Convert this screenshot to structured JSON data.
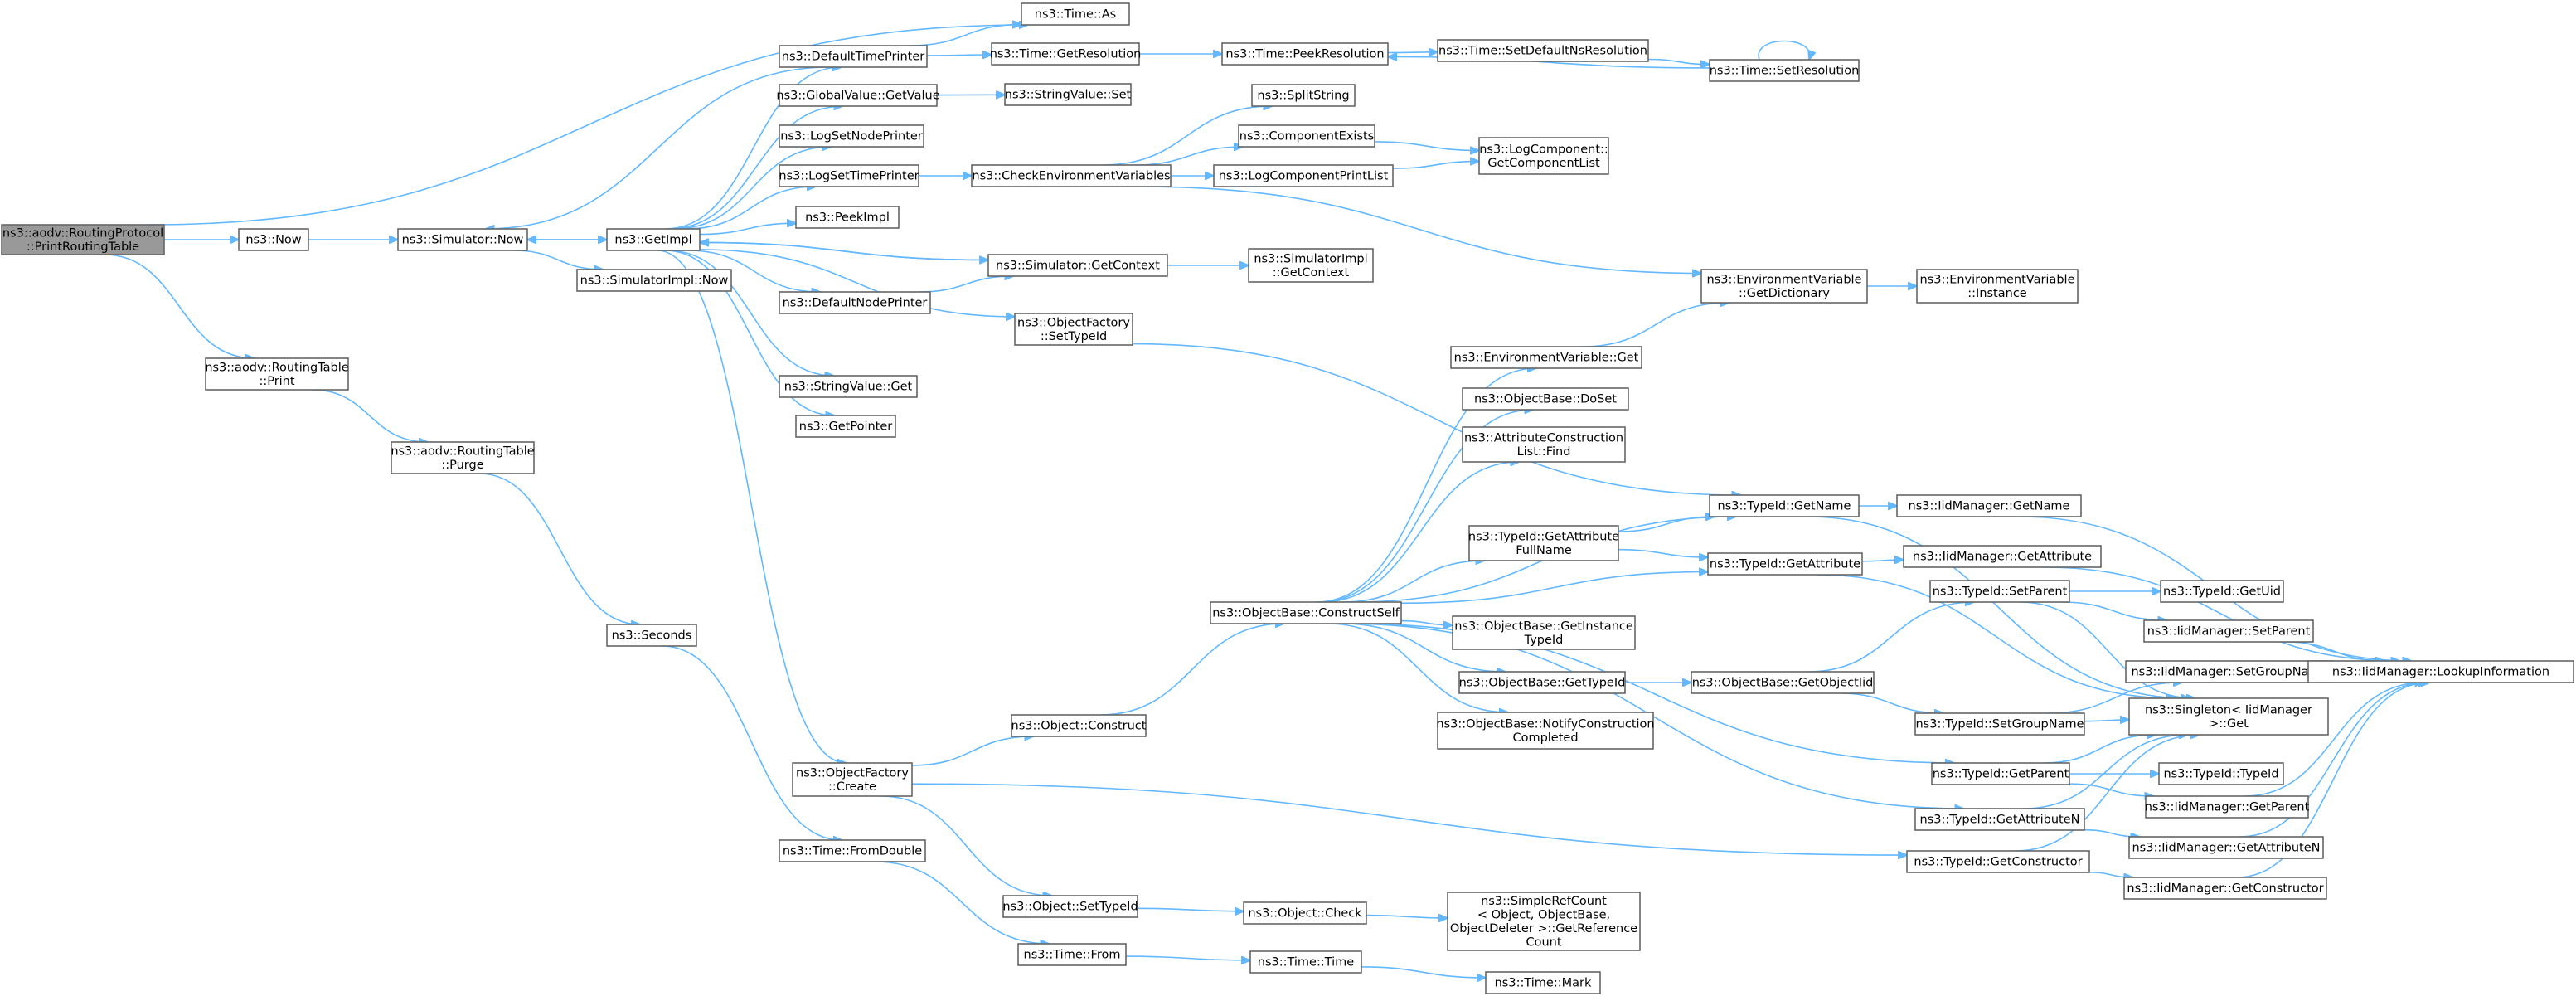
{
  "graph": {
    "nodes": [
      {
        "id": "root",
        "lines": [
          "ns3::aodv::RoutingProtocol",
          "::PrintRoutingTable"
        ],
        "root": true
      },
      {
        "id": "now",
        "lines": [
          "ns3::Now"
        ]
      },
      {
        "id": "rtprint",
        "lines": [
          "ns3::aodv::RoutingTable",
          "::Print"
        ]
      },
      {
        "id": "purge",
        "lines": [
          "ns3::aodv::RoutingTable",
          "::Purge"
        ]
      },
      {
        "id": "seconds",
        "lines": [
          "ns3::Seconds"
        ]
      },
      {
        "id": "simnow",
        "lines": [
          "ns3::Simulator::Now"
        ]
      },
      {
        "id": "simimplnow",
        "lines": [
          "ns3::SimulatorImpl::Now"
        ]
      },
      {
        "id": "getimpl",
        "lines": [
          "ns3::GetImpl"
        ]
      },
      {
        "id": "timeas",
        "lines": [
          "ns3::Time::As"
        ]
      },
      {
        "id": "deftimeprinter",
        "lines": [
          "ns3::DefaultTimePrinter"
        ]
      },
      {
        "id": "gvgetvalue",
        "lines": [
          "ns3::GlobalValue::GetValue"
        ]
      },
      {
        "id": "logsetnode",
        "lines": [
          "ns3::LogSetNodePrinter"
        ]
      },
      {
        "id": "logsettime",
        "lines": [
          "ns3::LogSetTimePrinter"
        ]
      },
      {
        "id": "peekimpl",
        "lines": [
          "ns3::PeekImpl"
        ]
      },
      {
        "id": "defnodeprinter",
        "lines": [
          "ns3::DefaultNodePrinter"
        ]
      },
      {
        "id": "ofsettypeid",
        "lines": [
          "ns3::ObjectFactory",
          "::SetTypeId"
        ]
      },
      {
        "id": "strvalueget",
        "lines": [
          "ns3::StringValue::Get"
        ]
      },
      {
        "id": "getpointer",
        "lines": [
          "ns3::GetPointer"
        ]
      },
      {
        "id": "ofcreate",
        "lines": [
          "ns3::ObjectFactory",
          "::Create"
        ]
      },
      {
        "id": "timefromdouble",
        "lines": [
          "ns3::Time::FromDouble"
        ]
      },
      {
        "id": "timegetres",
        "lines": [
          "ns3::Time::GetResolution"
        ]
      },
      {
        "id": "strvalueset",
        "lines": [
          "ns3::StringValue::Set"
        ]
      },
      {
        "id": "checkenv",
        "lines": [
          "ns3::CheckEnvironmentVariables"
        ]
      },
      {
        "id": "simgetcontext",
        "lines": [
          "ns3::Simulator::GetContext"
        ]
      },
      {
        "id": "objconstruct",
        "lines": [
          "ns3::Object::Construct"
        ]
      },
      {
        "id": "objsettypeid",
        "lines": [
          "ns3::Object::SetTypeId"
        ]
      },
      {
        "id": "timefrom",
        "lines": [
          "ns3::Time::From"
        ]
      },
      {
        "id": "timepeekres",
        "lines": [
          "ns3::Time::PeekResolution"
        ]
      },
      {
        "id": "splitstring",
        "lines": [
          "ns3::SplitString"
        ]
      },
      {
        "id": "compexists",
        "lines": [
          "ns3::ComponentExists"
        ]
      },
      {
        "id": "logcompprintlist",
        "lines": [
          "ns3::LogComponentPrintList"
        ]
      },
      {
        "id": "simimplgetctx",
        "lines": [
          "ns3::SimulatorImpl",
          "::GetContext"
        ]
      },
      {
        "id": "obconstructself",
        "lines": [
          "ns3::ObjectBase::ConstructSelf"
        ]
      },
      {
        "id": "objcheck",
        "lines": [
          "ns3::Object::Check"
        ]
      },
      {
        "id": "timetime",
        "lines": [
          "ns3::Time::Time"
        ]
      },
      {
        "id": "timesetdefns",
        "lines": [
          "ns3::Time::SetDefaultNsResolution"
        ]
      },
      {
        "id": "timesetres",
        "lines": [
          "ns3::Time::SetResolution"
        ]
      },
      {
        "id": "logcompgetlist",
        "lines": [
          "ns3::LogComponent::",
          "GetComponentList"
        ]
      },
      {
        "id": "envget",
        "lines": [
          "ns3::EnvironmentVariable::Get"
        ]
      },
      {
        "id": "obdoset",
        "lines": [
          "ns3::ObjectBase::DoSet"
        ]
      },
      {
        "id": "attrconstfind",
        "lines": [
          "ns3::AttributeConstruction",
          "List::Find"
        ]
      },
      {
        "id": "tidgetattrfull",
        "lines": [
          "ns3::TypeId::GetAttribute",
          "FullName"
        ]
      },
      {
        "id": "obgetinsttid",
        "lines": [
          "ns3::ObjectBase::GetInstance",
          "TypeId"
        ]
      },
      {
        "id": "obgettid",
        "lines": [
          "ns3::ObjectBase::GetTypeId"
        ]
      },
      {
        "id": "obnotify",
        "lines": [
          "ns3::ObjectBase::NotifyConstruction",
          "Completed"
        ]
      },
      {
        "id": "simplerefcount",
        "lines": [
          "ns3::SimpleRefCount",
          "< Object, ObjectBase,",
          "ObjectDeleter >::GetReference",
          "Count"
        ]
      },
      {
        "id": "timemark",
        "lines": [
          "ns3::Time::Mark"
        ]
      },
      {
        "id": "envgetdict",
        "lines": [
          "ns3::EnvironmentVariable",
          "::GetDictionary"
        ]
      },
      {
        "id": "envinstance",
        "lines": [
          "ns3::EnvironmentVariable",
          "::Instance"
        ]
      },
      {
        "id": "tidgetname",
        "lines": [
          "ns3::TypeId::GetName"
        ]
      },
      {
        "id": "tidgetattr",
        "lines": [
          "ns3::TypeId::GetAttribute"
        ]
      },
      {
        "id": "obgetobjiid",
        "lines": [
          "ns3::ObjectBase::GetObjectIid"
        ]
      },
      {
        "id": "tidsetparent",
        "lines": [
          "ns3::TypeId::SetParent"
        ]
      },
      {
        "id": "tidsetgroup",
        "lines": [
          "ns3::TypeId::SetGroupName"
        ]
      },
      {
        "id": "tidgetparent",
        "lines": [
          "ns3::TypeId::GetParent"
        ]
      },
      {
        "id": "tidgetattrn",
        "lines": [
          "ns3::TypeId::GetAttributeN"
        ]
      },
      {
        "id": "tidgetctor",
        "lines": [
          "ns3::TypeId::GetConstructor"
        ]
      },
      {
        "id": "iidgetname",
        "lines": [
          "ns3::IidManager::GetName"
        ]
      },
      {
        "id": "iidgetattr",
        "lines": [
          "ns3::IidManager::GetAttribute"
        ]
      },
      {
        "id": "tidgetuid",
        "lines": [
          "ns3::TypeId::GetUid"
        ]
      },
      {
        "id": "iidsetparent",
        "lines": [
          "ns3::IidManager::SetParent"
        ]
      },
      {
        "id": "iidsetgroup",
        "lines": [
          "ns3::IidManager::SetGroupName"
        ]
      },
      {
        "id": "singletonget",
        "lines": [
          "ns3::Singleton< IidManager",
          ">::Get"
        ]
      },
      {
        "id": "tidtypeid",
        "lines": [
          "ns3::TypeId::TypeId"
        ]
      },
      {
        "id": "iidgetparent",
        "lines": [
          "ns3::IidManager::GetParent"
        ]
      },
      {
        "id": "iidgetattrn",
        "lines": [
          "ns3::IidManager::GetAttributeN"
        ]
      },
      {
        "id": "iidgetctor",
        "lines": [
          "ns3::IidManager::GetConstructor"
        ]
      },
      {
        "id": "iidlookup",
        "lines": [
          "ns3::IidManager::LookupInformation"
        ]
      }
    ],
    "edges": [
      [
        "root",
        "timeas"
      ],
      [
        "root",
        "now"
      ],
      [
        "root",
        "rtprint"
      ],
      [
        "now",
        "simnow"
      ],
      [
        "rtprint",
        "purge"
      ],
      [
        "purge",
        "seconds"
      ],
      [
        "seconds",
        "timefromdouble"
      ],
      [
        "simnow",
        "getimpl"
      ],
      [
        "simnow",
        "simimplnow"
      ],
      [
        "getimpl",
        "simnow"
      ],
      [
        "getimpl",
        "deftimeprinter"
      ],
      [
        "getimpl",
        "gvgetvalue"
      ],
      [
        "getimpl",
        "logsetnode"
      ],
      [
        "getimpl",
        "logsettime"
      ],
      [
        "getimpl",
        "peekimpl"
      ],
      [
        "getimpl",
        "simgetcontext"
      ],
      [
        "getimpl",
        "defnodeprinter"
      ],
      [
        "getimpl",
        "ofsettypeid"
      ],
      [
        "getimpl",
        "strvalueget"
      ],
      [
        "getimpl",
        "getpointer"
      ],
      [
        "getimpl",
        "ofcreate"
      ],
      [
        "deftimeprinter",
        "timeas"
      ],
      [
        "deftimeprinter",
        "timegetres"
      ],
      [
        "deftimeprinter",
        "simnow"
      ],
      [
        "gvgetvalue",
        "strvalueset"
      ],
      [
        "logsettime",
        "checkenv"
      ],
      [
        "defnodeprinter",
        "simgetcontext"
      ],
      [
        "simgetcontext",
        "getimpl"
      ],
      [
        "simgetcontext",
        "simimplgetctx"
      ],
      [
        "ofsettypeid",
        "tidgetname"
      ],
      [
        "ofcreate",
        "objconstruct"
      ],
      [
        "ofcreate",
        "objsettypeid"
      ],
      [
        "ofcreate",
        "tidgetctor"
      ],
      [
        "timefromdouble",
        "timefrom"
      ],
      [
        "timegetres",
        "timepeekres"
      ],
      [
        "timepeekres",
        "timesetdefns"
      ],
      [
        "timesetdefns",
        "timesetres"
      ],
      [
        "timesetres",
        "timepeekres"
      ],
      [
        "timesetres",
        "timesetres"
      ],
      [
        "checkenv",
        "splitstring"
      ],
      [
        "checkenv",
        "compexists"
      ],
      [
        "checkenv",
        "logcompprintlist"
      ],
      [
        "checkenv",
        "envgetdict"
      ],
      [
        "compexists",
        "logcompgetlist"
      ],
      [
        "logcompprintlist",
        "logcompgetlist"
      ],
      [
        "objconstruct",
        "obconstructself"
      ],
      [
        "objsettypeid",
        "objcheck"
      ],
      [
        "objcheck",
        "simplerefcount"
      ],
      [
        "timefrom",
        "timetime"
      ],
      [
        "timetime",
        "timemark"
      ],
      [
        "obconstructself",
        "envget"
      ],
      [
        "obconstructself",
        "obdoset"
      ],
      [
        "obconstructself",
        "attrconstfind"
      ],
      [
        "obconstructself",
        "tidgetname"
      ],
      [
        "obconstructself",
        "tidgetattrfull"
      ],
      [
        "obconstructself",
        "tidgetattr"
      ],
      [
        "obconstructself",
        "obgetinsttid"
      ],
      [
        "obconstructself",
        "obgettid"
      ],
      [
        "obconstructself",
        "obnotify"
      ],
      [
        "obconstructself",
        "tidgetparent"
      ],
      [
        "obconstructself",
        "tidgetattrn"
      ],
      [
        "envget",
        "envgetdict"
      ],
      [
        "envgetdict",
        "envinstance"
      ],
      [
        "tidgetattrfull",
        "tidgetname"
      ],
      [
        "tidgetattrfull",
        "tidgetattr"
      ],
      [
        "obgettid",
        "obgetobjiid"
      ],
      [
        "obgetobjiid",
        "tidsetparent"
      ],
      [
        "obgetobjiid",
        "tidsetgroup"
      ],
      [
        "tidgetname",
        "iidgetname"
      ],
      [
        "tidgetname",
        "singletonget"
      ],
      [
        "tidgetattr",
        "iidgetattr"
      ],
      [
        "tidgetattr",
        "singletonget"
      ],
      [
        "tidsetparent",
        "tidgetuid"
      ],
      [
        "tidsetparent",
        "iidsetparent"
      ],
      [
        "tidsetparent",
        "singletonget"
      ],
      [
        "tidsetgroup",
        "iidsetgroup"
      ],
      [
        "tidsetgroup",
        "singletonget"
      ],
      [
        "tidgetparent",
        "tidtypeid"
      ],
      [
        "tidgetparent",
        "iidgetparent"
      ],
      [
        "tidgetparent",
        "singletonget"
      ],
      [
        "tidgetattrn",
        "iidgetattrn"
      ],
      [
        "tidgetattrn",
        "singletonget"
      ],
      [
        "tidgetctor",
        "iidgetctor"
      ],
      [
        "tidgetctor",
        "singletonget"
      ],
      [
        "iidgetname",
        "iidlookup"
      ],
      [
        "iidgetattr",
        "iidlookup"
      ],
      [
        "iidsetparent",
        "iidlookup"
      ],
      [
        "iidsetgroup",
        "iidlookup"
      ],
      [
        "iidgetparent",
        "iidlookup"
      ],
      [
        "iidgetattrn",
        "iidlookup"
      ],
      [
        "iidgetctor",
        "iidlookup"
      ]
    ]
  },
  "colors": {
    "edge": "#63b8ff",
    "node_fill": "#ffffff",
    "node_stroke": "#666666",
    "root_fill": "#999999"
  }
}
